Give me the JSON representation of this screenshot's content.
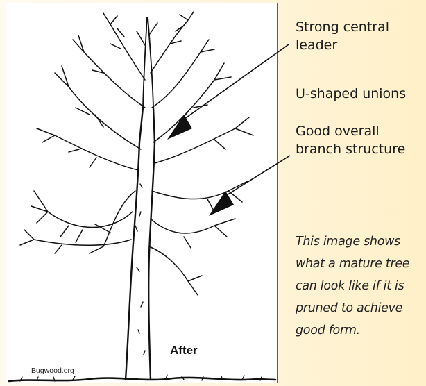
{
  "figure": {
    "stage_label": "After",
    "credit": "Bugwood.org"
  },
  "labels": {
    "leader": "Strong central\nleader",
    "unions": "U-shaped unions",
    "structure": "Good overall\nbranch structure"
  },
  "note": "This image shows\nwhat a mature tree\ncan look like if it is\npruned to achieve\ngood form.",
  "colors": {
    "frame": "#2e7d32",
    "background_gradient": [
      "#fffaf0",
      "#fff0c8"
    ],
    "ink": "#111111"
  }
}
